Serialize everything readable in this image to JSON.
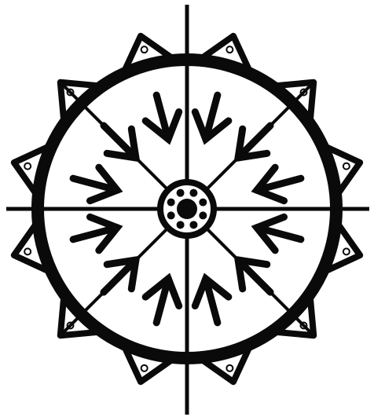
{
  "symbol": {
    "kind": "radial-wheel-emblem",
    "description_visible": "",
    "colors": {
      "ink": "#0a0a0a",
      "paper": "#ffffff"
    },
    "spokes": 8,
    "inward_arrows": 12,
    "outer_notched_points": 12,
    "hub_dots": 8,
    "icon_names": [
      "outer-ring",
      "spoke-lines",
      "inward-arrow-icon",
      "hub-ring",
      "hub-center",
      "notch-point-icon"
    ]
  }
}
